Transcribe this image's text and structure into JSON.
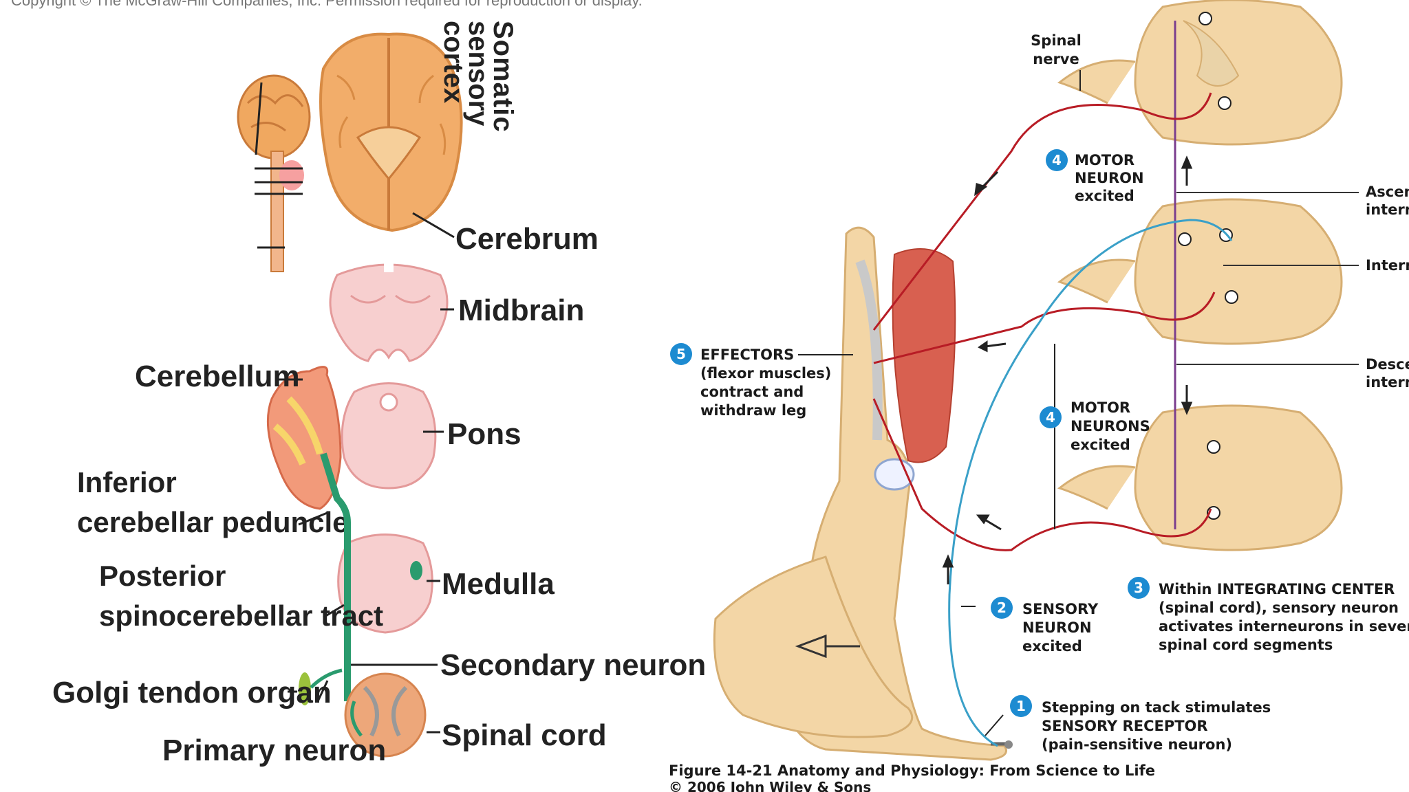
{
  "left_panel": {
    "copyright_text": "Copyright © The McGraw-Hill Companies, Inc. Permission required for reproduction or display.",
    "labels": {
      "somatic_line1": "Somatic",
      "somatic_line2": "sensory",
      "somatic_line3": "cortex",
      "cerebrum": "Cerebrum",
      "midbrain": "Midbrain",
      "cerebellum": "Cerebellum",
      "pons": "Pons",
      "inferior_line1": "Inferior",
      "inferior_line2": "cerebellar peduncle",
      "posterior_line1": "Posterior",
      "posterior_line2": "spinocerebellar tract",
      "medulla": "Medulla",
      "secondary_neuron": "Secondary neuron",
      "golgi": "Golgi tendon organ",
      "spinal_cord": "Spinal cord",
      "primary_neuron": "Primary neuron"
    }
  },
  "right_panel": {
    "spinal_nerve_line1": "Spinal",
    "spinal_nerve_line2": "nerve",
    "ascending_line1": "Ascen",
    "ascending_line2": "intern",
    "inter": "Intern",
    "descending_line1": "Desce",
    "descending_line2": "intern",
    "steps": [
      {
        "number": "4",
        "lines": [
          "MOTOR",
          "NEURON",
          "excited"
        ]
      },
      {
        "number": "5",
        "lines": [
          "EFFECTORS",
          "(flexor muscles)",
          "contract and",
          "withdraw leg"
        ]
      },
      {
        "number": "4",
        "lines": [
          "MOTOR",
          "NEURONS",
          "excited"
        ]
      },
      {
        "number": "2",
        "lines": [
          "SENSORY",
          "NEURON",
          "excited"
        ]
      },
      {
        "number": "3",
        "lines": [
          "Within INTEGRATING CENTER",
          "(spinal cord), sensory neuron",
          "activates interneurons in severa",
          "spinal cord segments"
        ]
      },
      {
        "number": "1",
        "lines": [
          "Stepping on tack stimulates",
          "SENSORY RECEPTOR",
          "(pain-sensitive neuron)"
        ]
      }
    ],
    "caption_line1": "Figure 14-21  Anatomy and Physiology: From Science to Life",
    "caption_line2": "© 2006 John Wiley & Sons"
  },
  "colors": {
    "badge_blue": "#1d8bd1",
    "motor_red": "#b81c25",
    "sensory_blue": "#3aa0c8",
    "cord_tan": "#f3d6a6",
    "brain_orange": "#f0a860",
    "brainstem_pink": "#f6c8c8",
    "tract_green": "#2a9b6e"
  }
}
